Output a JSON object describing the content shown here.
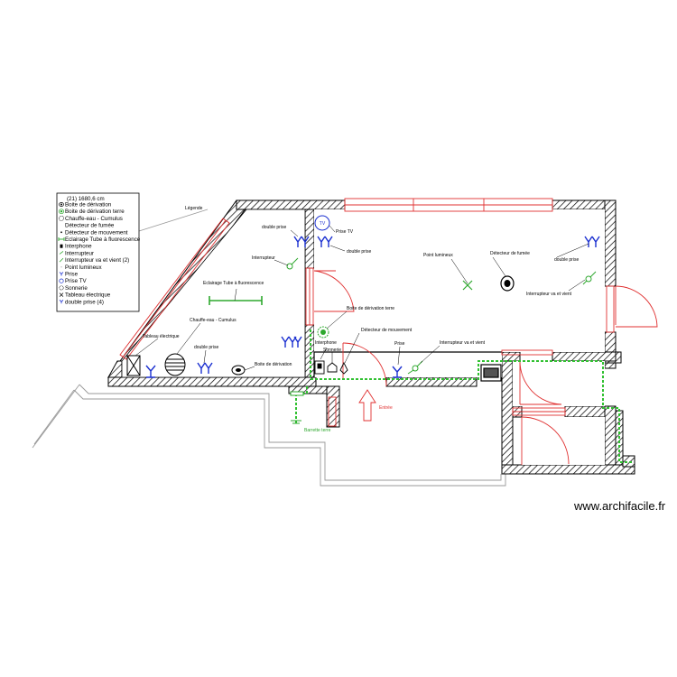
{
  "legend": {
    "header": "(21) 1680,6 cm",
    "title": "Légende",
    "items": [
      {
        "text": "Boite de dérivation",
        "icon": "junction-box-icon"
      },
      {
        "text": "Boite de dérivation terre",
        "icon": "ground-junction-box-icon"
      },
      {
        "text": "Chauffe-eau - Cumulus",
        "icon": "water-heater-icon"
      },
      {
        "text": "Détecteur de fumée",
        "icon": "smoke-detector-icon"
      },
      {
        "text": "Détecteur de mouvement",
        "icon": "motion-detector-icon"
      },
      {
        "text": "Eclairage Tube à fluorescence",
        "icon": "fluorescent-tube-icon"
      },
      {
        "text": "Interphone",
        "icon": "intercom-icon"
      },
      {
        "text": "Interrupteur",
        "icon": "switch-icon"
      },
      {
        "text": "Interrupteur va et vient (2)",
        "icon": "two-way-switch-icon"
      },
      {
        "text": "Point lumineux",
        "icon": "light-point-icon"
      },
      {
        "text": "Prise",
        "icon": "socket-icon"
      },
      {
        "text": "Prise TV",
        "icon": "tv-socket-icon"
      },
      {
        "text": "Sonnerie",
        "icon": "doorbell-icon"
      },
      {
        "text": "Tableau électrique",
        "icon": "electrical-panel-icon"
      },
      {
        "text": "double prise (4)",
        "icon": "double-socket-icon"
      }
    ]
  },
  "labels": {
    "double_prise_1": "double prise",
    "prise_tv": "Prise TV",
    "double_prise_2": "double prise",
    "interrupteur": "Interrupteur",
    "eclairage": "Eclairage Tube à fluorescence",
    "chauffe_eau": "Chauffe-eau - Cumulus",
    "tableau": "Tableau électrique",
    "double_prise_3": "double prise",
    "boite_derivation": "Boite de dérivation",
    "boite_terre": "Boite de dérivation terre",
    "interphone": "Interphone",
    "sonnerie": "Sonnerie",
    "detecteur_mouvement": "Détecteur de mouvement",
    "prise": "Prise",
    "va_et_vient_1": "Interrupteur va et vient",
    "point_lumineux": "Point lumineux",
    "detecteur_fumee": "Détecteur de fumée",
    "double_prise_4": "double prise",
    "va_et_vient_2": "Interrupteur va et vient",
    "entree": "Entrée",
    "barrette_terre": "Barrette terre"
  },
  "colors": {
    "wall": "#000000",
    "window": "#e03030",
    "door": "#e03030",
    "wiring": "#30c030",
    "socket": "#1a2fd0",
    "light": "#2ea82e"
  },
  "watermark": "www.archifacile.fr"
}
